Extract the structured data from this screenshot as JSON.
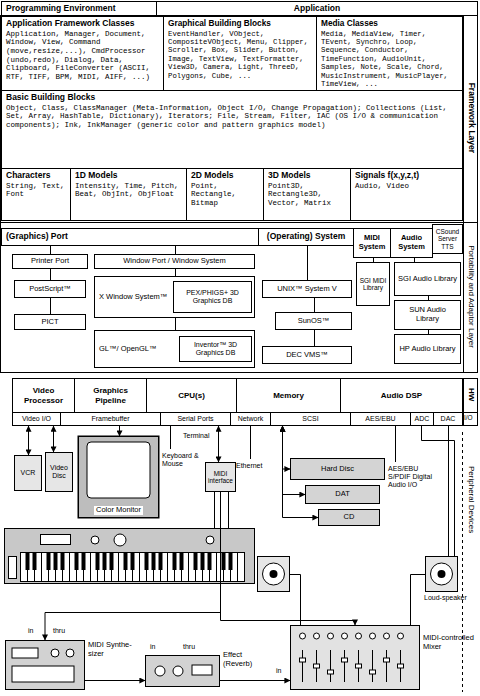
{
  "diagram": {
    "nodes": [
      {
        "text": [
          "Programming Environment"
        ]
      },
      {
        "text": [
          "Application"
        ]
      },
      {
        "text": [
          "Application Framework Classes",
          "Application, Manager, Document, Window, View, Command (move,resize,...), CmdProcessor (undo,redo), Dialog, Data, Clipboard, FileConverter (ASCII, RTF, TIFF, BPM, MIDI, AIFF, ...)"
        ]
      },
      {
        "text": [
          "Graphical Building Blocks",
          "EventHandler, VObject, CompositeVObject, Menu, Clipper, Scroller, Box, Slider, Button, Image, TextView, TextFormatter, View3D, Camera, Light, ThreeD, Polygons, Cube, ..."
        ]
      },
      {
        "text": [
          "Media Classes",
          "Media, MediaView, Timer, TEvent, Synchro, Loop, Sequence, Conductor, TimeFunction, AudioUnit, Samples, Note, Scale, Chord, MusicInstrument, MusicPlayer, TimeView, ..."
        ]
      },
      {
        "text": [
          "Basic Building Blocks",
          "Object, Class, ClassManager (Meta-Information, Object I/O, Change Propagation); Collections (List, Set, Array, HashTable, Dictionary), Iterators; File, Stream, Filter, IAC (OS I/O & communication components); Ink, InkManager (generic color and pattern graphics model)"
        ]
      },
      {
        "text": [
          "Characters",
          "String, Text, Font"
        ]
      },
      {
        "text": [
          "1D Models",
          "Intensity, Time, Pitch, Beat, ObjInt, ObjFloat"
        ]
      },
      {
        "text": [
          "2D Models",
          "Point, Rectangle, Bitmap"
        ]
      },
      {
        "text": [
          "3D Models",
          "Point3D, Rectangle3D, Vector, Matrix"
        ]
      },
      {
        "text": [
          "Signals f(x,y,z,t)",
          "Audio, Video"
        ]
      },
      {
        "text": [
          "(Graphics) Port"
        ]
      },
      {
        "text": [
          "Printer Port"
        ]
      },
      {
        "text": [
          "Window Port / Window System"
        ]
      },
      {
        "text": [
          "(Operating) System"
        ]
      },
      {
        "text": [
          "MIDI System"
        ]
      },
      {
        "text": [
          "Audio System"
        ]
      },
      {
        "text": [
          "CSound Server TTS"
        ]
      },
      {
        "text": [
          "PostScript™"
        ]
      },
      {
        "text": [
          "PICT"
        ]
      },
      {
        "text": [
          "X Window System™"
        ]
      },
      {
        "text": [
          "PEX/PHIGS+ 3D Graphics DB"
        ],
        "in": 20
      },
      {
        "text": [
          "GL™/ OpenGL™"
        ]
      },
      {
        "text": [
          "Inventor™ 3D Graphics DB"
        ],
        "in": 22
      },
      {
        "text": [
          "UNIX™ System V"
        ]
      },
      {
        "text": [
          "SunOS™"
        ]
      },
      {
        "text": [
          "DEC VMS™"
        ]
      },
      {
        "text": [
          "SGI MIDI Library"
        ]
      },
      {
        "text": [
          "SGI Audio Library"
        ]
      },
      {
        "text": [
          "SUN Audio Library"
        ]
      },
      {
        "text": [
          "HP Audio Library"
        ]
      },
      {
        "text": [
          "Video Processor"
        ]
      },
      {
        "text": [
          "Graphics Pipeline"
        ]
      },
      {
        "text": [
          "CPU(s)"
        ]
      },
      {
        "text": [
          "Memory"
        ]
      },
      {
        "text": [
          "Audio DSP"
        ]
      },
      {
        "text": [
          "Video I/O"
        ]
      },
      {
        "text": [
          "Framebuffer"
        ]
      },
      {
        "text": [
          "Serial Ports"
        ]
      },
      {
        "text": [
          "Network"
        ]
      },
      {
        "text": [
          "SCSI"
        ]
      },
      {
        "text": [
          "AES/EBU"
        ]
      },
      {
        "text": [
          "ADC"
        ]
      },
      {
        "text": [
          "DAC"
        ]
      },
      {
        "text": [
          "VCR"
        ]
      },
      {
        "text": [
          "Video Disc"
        ]
      },
      {
        "text": [
          "Color Monitor"
        ]
      },
      {
        "text": [
          "MIDI interface"
        ]
      },
      {
        "text": [
          "Hard Disc"
        ]
      },
      {
        "text": [
          "DAT"
        ]
      },
      {
        "text": [
          "CD"
        ]
      },
      {
        "text": [
          "MIDI Synthe-sizer"
        ]
      },
      {
        "text": [
          "Effect (Reverb)"
        ]
      },
      {
        "text": [
          "MIDI-controlled Mixer"
        ]
      }
    ],
    "edges": [
      {
        "from": 36,
        "to": 44,
        "arrow": "both"
      },
      {
        "from": 36,
        "to": 45,
        "arrow": "both"
      },
      {
        "from": 37,
        "to": 46,
        "arrow": "to"
      },
      {
        "from": 38,
        "to": 47,
        "arrow": "both"
      },
      {
        "from": 40,
        "to": 48,
        "arrow": "both"
      },
      {
        "from": 40,
        "to": 49,
        "arrow": "both"
      },
      {
        "from": 40,
        "to": 50,
        "arrow": "both"
      },
      {
        "from": 47,
        "to": 51,
        "arrow": "to"
      },
      {
        "from": 47,
        "to": 53,
        "arrow": "to"
      },
      {
        "from": 51,
        "to": 52,
        "arrow": "to"
      },
      {
        "from": 52,
        "to": 53,
        "arrow": "to"
      },
      {
        "from": 11,
        "to": 12,
        "arrow": "none"
      },
      {
        "from": 11,
        "to": 13,
        "arrow": "none"
      },
      {
        "from": 12,
        "to": 18,
        "arrow": "none"
      },
      {
        "from": 18,
        "to": 19,
        "arrow": "none"
      },
      {
        "from": 13,
        "to": 20,
        "arrow": "none"
      },
      {
        "from": 20,
        "to": 22,
        "arrow": "none"
      },
      {
        "from": 14,
        "to": 24,
        "arrow": "none"
      },
      {
        "from": 24,
        "to": 25,
        "arrow": "none"
      },
      {
        "from": 25,
        "to": 26,
        "arrow": "none"
      },
      {
        "from": 15,
        "to": 27,
        "arrow": "none"
      },
      {
        "from": 16,
        "to": 28,
        "arrow": "none"
      },
      {
        "from": 28,
        "to": 29,
        "arrow": "none"
      },
      {
        "from": 29,
        "to": 30,
        "arrow": "none"
      }
    ],
    "labels": [
      "Framework Layer",
      "Portability and Adaptor Layer",
      "HW",
      "I/O",
      "Peripheral Devices",
      "Keyboard & Mouse",
      "Terminal",
      "Ethernet",
      "AES/EBU S/PDIF Digital Audio I/O",
      "Loud-speaker",
      "in",
      "thru",
      "in",
      "thru",
      "in"
    ]
  }
}
